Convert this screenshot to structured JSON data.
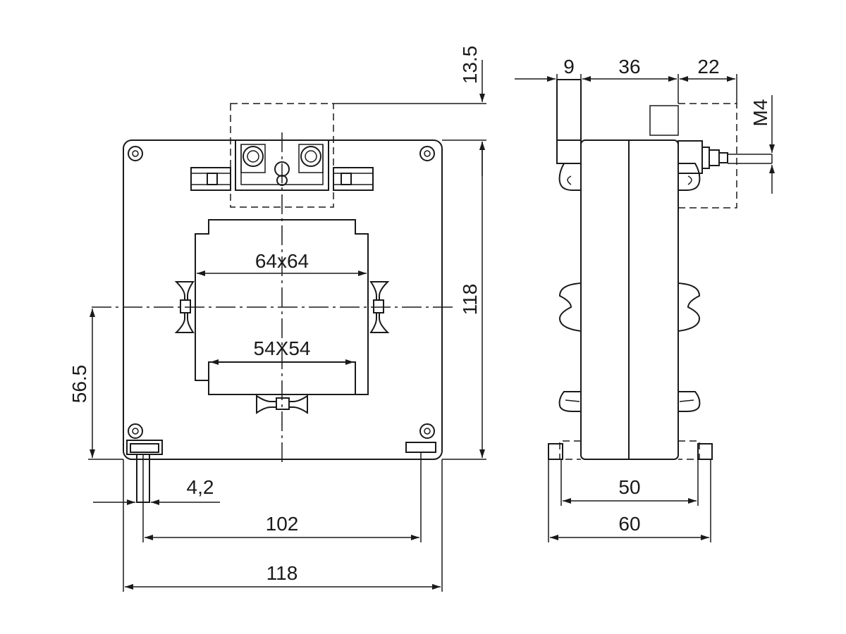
{
  "front_view": {
    "window_outer_label": "64x64",
    "window_inner_label": "54X54",
    "height_label": "118",
    "top_offset_label": "13.5",
    "center_height_label": "56.5",
    "pin_width_label": "4,2",
    "pin_spacing_label": "102",
    "width_label": "118"
  },
  "side_view": {
    "top_segment_1_label": "9",
    "top_segment_2_label": "36",
    "top_segment_3_label": "22",
    "thread_label": "M4",
    "body_depth_label": "50",
    "overall_depth_label": "60"
  },
  "colors": {
    "line": "#1a1a1a",
    "background": "#ffffff"
  }
}
